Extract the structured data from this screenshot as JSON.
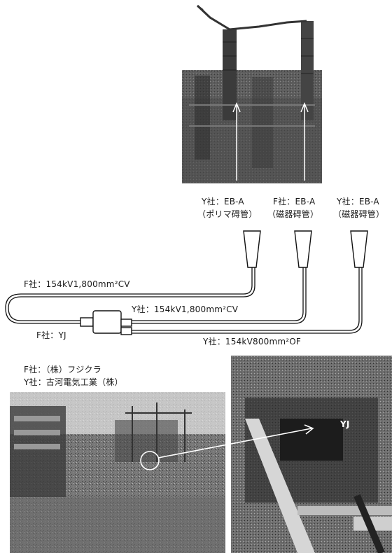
{
  "terminations": [
    {
      "maker": "Y社：EB-A",
      "type": "（ポリマ碍管）"
    },
    {
      "maker": "F社：EB-A",
      "type": "（磁器碍管）"
    },
    {
      "maker": "Y社：EB-A",
      "type": "（磁器碍管）"
    }
  ],
  "cables": {
    "f_cable": "F社：154kV1,800mm²CV",
    "y_cable_cv": "Y社：154kV1,800mm²CV",
    "y_cable_of": "Y社：154kV800mm²OF"
  },
  "joint_label": "F社：YJ",
  "company_legend": {
    "f": "F社：（株）フジクラ",
    "y": "Y社：古河電気工業（株）"
  },
  "photo_label": "YJ"
}
